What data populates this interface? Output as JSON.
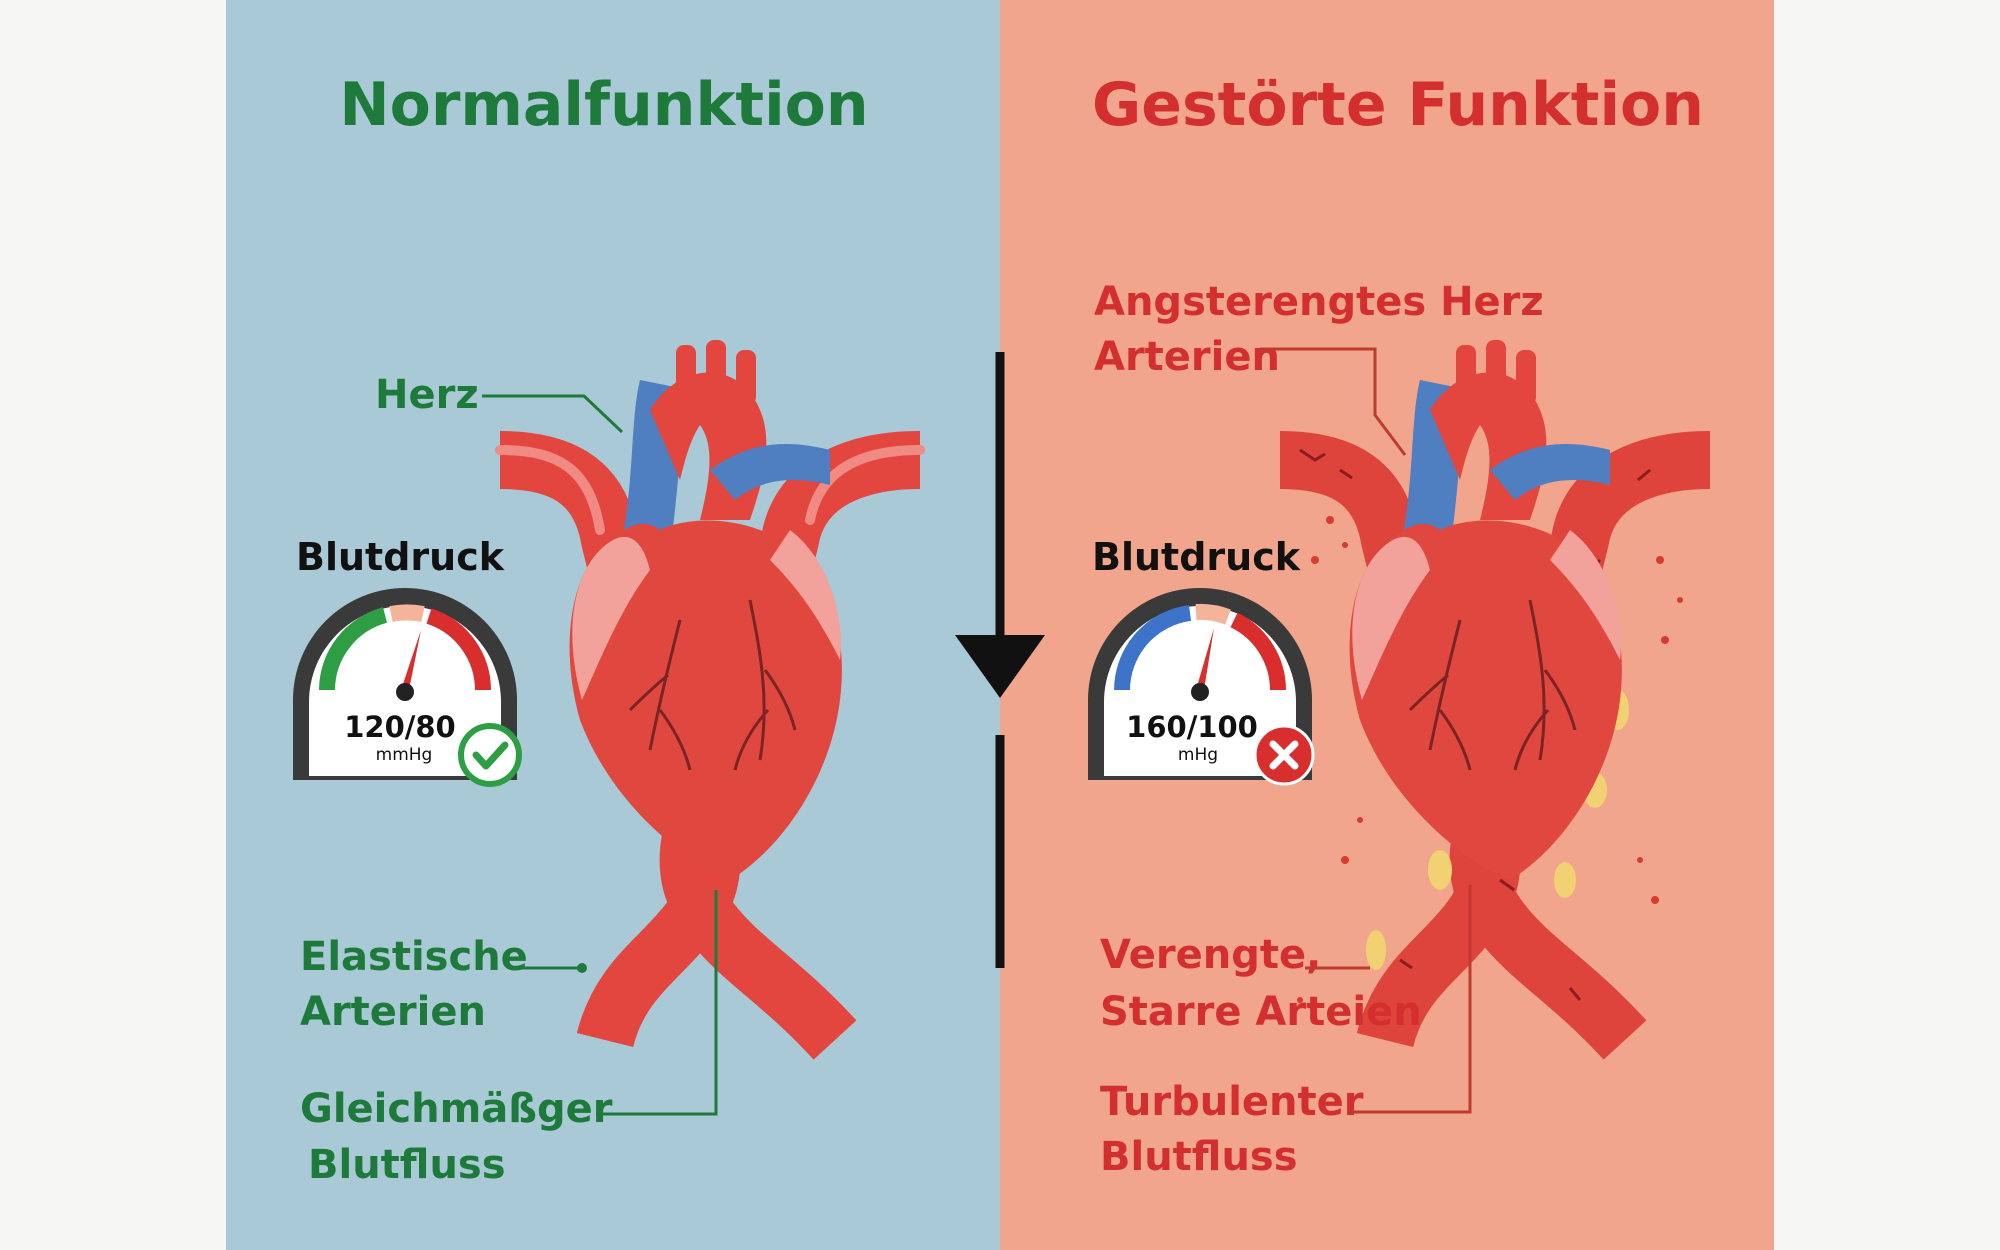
{
  "colors": {
    "normal_bg": "#a9c9d7",
    "disturbed_bg": "#f1a58d",
    "green_text": "#1e7a3a",
    "red_text": "#d32f2f",
    "artery": "#e2463f",
    "vein": "#4f7fc0"
  },
  "normal": {
    "title": "Normalfunktion",
    "heart_label": "Herz",
    "gauge_title": "Blutdruck",
    "gauge_value": "120/80",
    "gauge_unit": "mmHg",
    "status_icon": "check-circle-icon",
    "arteries_label": [
      "Elastische",
      "Arterien"
    ],
    "flow_label": [
      "Gleichmäßger",
      "Blutfluss"
    ]
  },
  "disturbed": {
    "title": "Gestörte Funktion",
    "heart_label": [
      "Angsterengtes Herz",
      "Arterien"
    ],
    "gauge_title": "Blutdruck",
    "gauge_value": "160/100",
    "gauge_unit": "mHg",
    "status_icon": "x-circle-icon",
    "arteries_label": [
      "Verengte,",
      "Starre Arteien"
    ],
    "flow_label": [
      "Turbulenter",
      "Blutfluss"
    ]
  }
}
